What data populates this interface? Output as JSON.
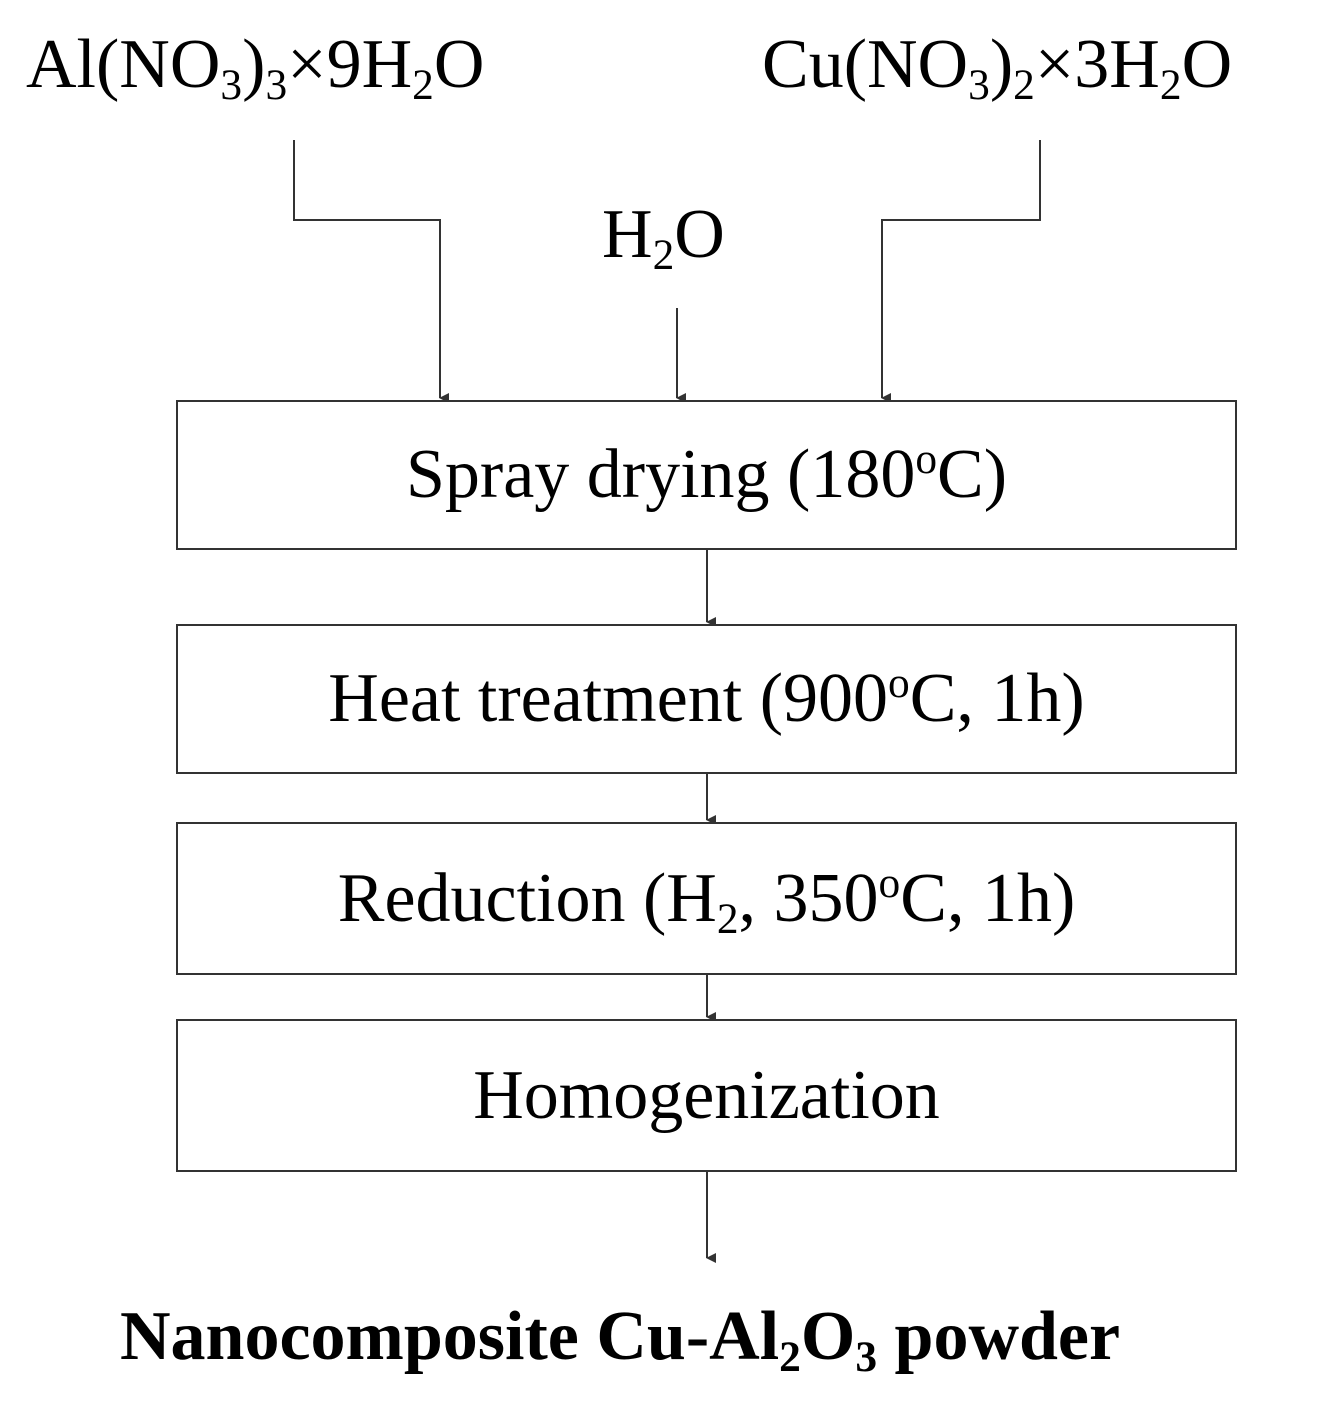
{
  "reagents": {
    "left": {
      "a": "Al(NO",
      "b": "3",
      "c": ")",
      "d": "3",
      "e": "×9H",
      "f": "2",
      "g": "O"
    },
    "right": {
      "a": "Cu(NO",
      "b": "3",
      "c": ")",
      "d": "2",
      "e": "×3H",
      "f": "2",
      "g": "O"
    },
    "water": {
      "a": "H",
      "b": "2",
      "c": "O"
    }
  },
  "steps": {
    "spray": {
      "a": "Spray drying (180",
      "b": "o",
      "c": "C)"
    },
    "heat": {
      "a": "Heat treatment (900",
      "b": "o",
      "c": "C, 1h)"
    },
    "reduce": {
      "a": "Reduction (H",
      "b": "2",
      "c": ", 350",
      "d": "o",
      "e": "C, 1h)"
    },
    "homog": {
      "a": "Homogenization"
    }
  },
  "product": {
    "a": "Nanocomposite Cu-Al",
    "b": "2",
    "c": "O",
    "d": "3",
    "e": " powder"
  },
  "colors": {
    "line": "#333333",
    "text": "#000000"
  }
}
